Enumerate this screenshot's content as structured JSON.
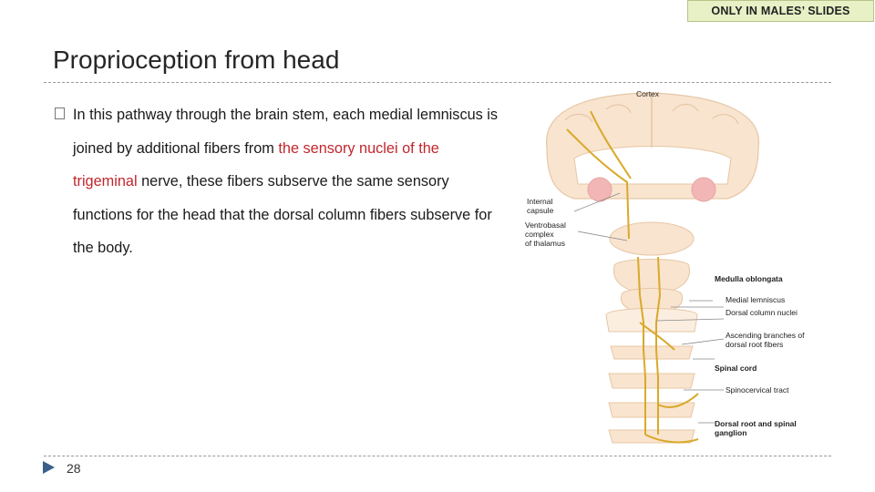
{
  "header": {
    "badge": "ONLY IN MALES’ SLIDES"
  },
  "slide": {
    "title": "Proprioception from head",
    "body": {
      "part1": "In this pathway through the brain stem, each medial lemniscus is joined by additional fibers from ",
      "highlight": "the sensory nuclei of the trigeminal",
      "part2": " nerve, these fibers subserve the same sensory functions for the head that the dorsal column fibers subserve for the body."
    },
    "page_number": "28"
  },
  "diagram": {
    "labels": {
      "cortex": "Cortex",
      "internal_capsule_1": "Internal",
      "internal_capsule_2": "capsule",
      "ventrobasal_1": "Ventrobasal",
      "ventrobasal_2": "complex",
      "ventrobasal_3": "of thalamus",
      "medulla": "Medulla oblongata",
      "medial_lemniscus": "Medial lemniscus",
      "dorsal_column_nuclei": "Dorsal column nuclei",
      "ascending_1": "Ascending branches of",
      "ascending_2": "dorsal root fibers",
      "spinal_cord": "Spinal cord",
      "spinocervical": "Spinocervical tract",
      "dorsal_root_1": "Dorsal root and spinal",
      "dorsal_root_2": "ganglion"
    },
    "colors": {
      "pathway": "#d9a92a",
      "tissue": "#f9e4cf",
      "outline": "#e6c7a6",
      "nuclei": "#f2b6b6"
    }
  }
}
